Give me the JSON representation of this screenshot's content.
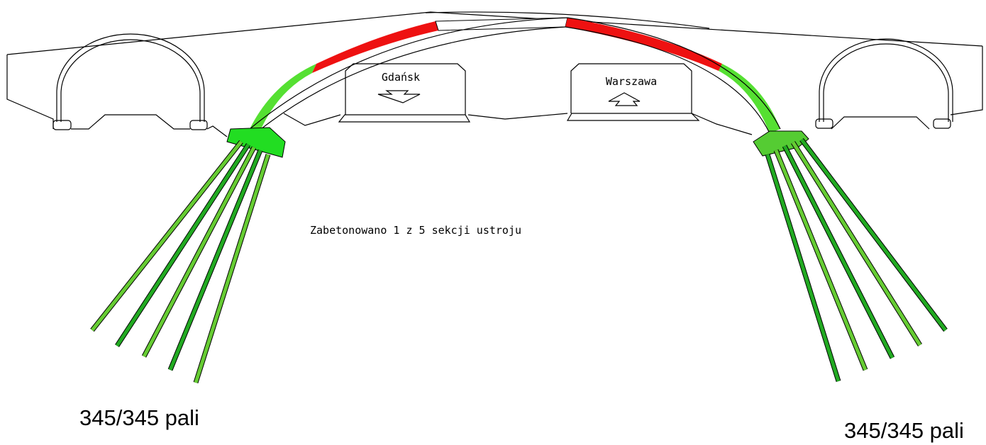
{
  "labels": {
    "direction_left": "Gdańsk",
    "direction_right": "Warszawa",
    "status": "Zabetonowano 1 z 5 sekcji ustroju",
    "piles_left": "345/345 pali",
    "piles_right": "345/345 pali"
  },
  "progress": {
    "sections_done": 1,
    "sections_total": 5,
    "piles_left_done": 345,
    "piles_left_total": 345,
    "piles_right_done": 345,
    "piles_right_total": 345
  },
  "colors": {
    "done": "#55e032",
    "pending": "#ee1111",
    "pile_light": "#66cc33",
    "pile_dark": "#22aa22",
    "pile_cap_left": "#22dd22",
    "pile_cap_right": "#55cc33"
  }
}
